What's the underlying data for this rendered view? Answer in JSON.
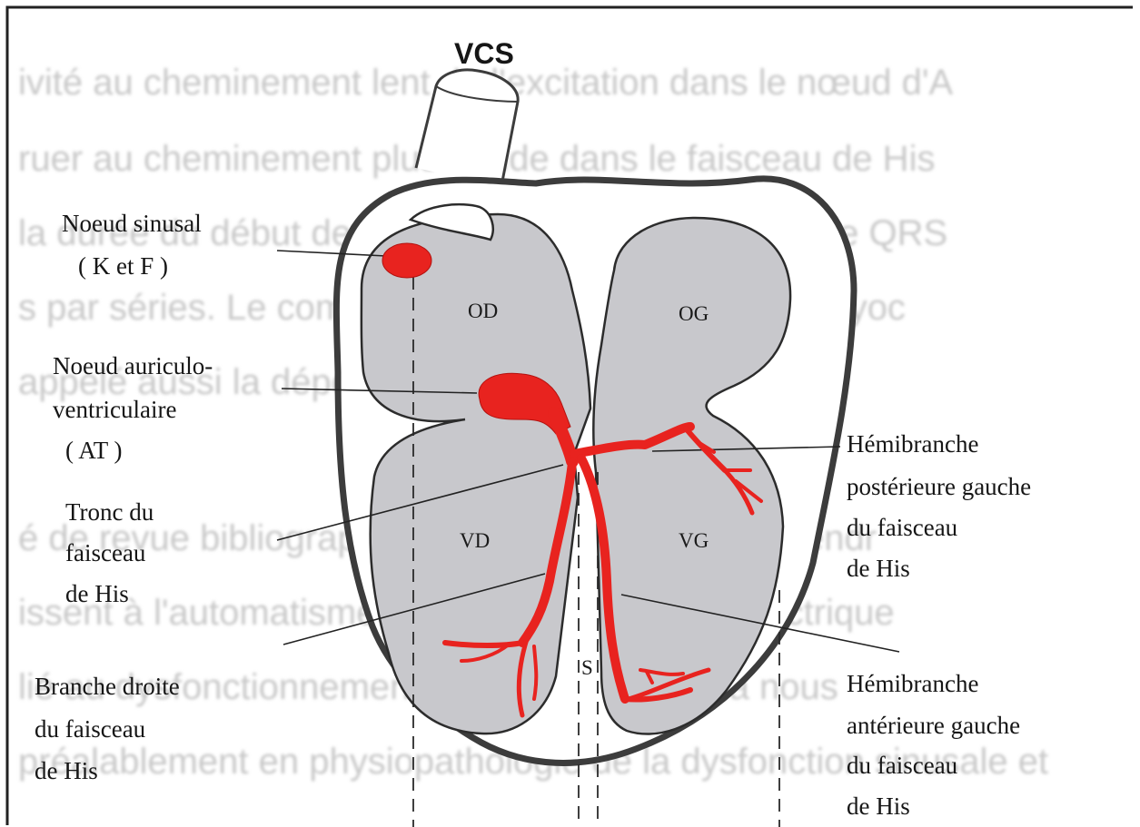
{
  "background_text": [
    "ivité au cheminement lent de l'excitation dans le nœud d'A",
    "ruer au cheminement plus rapide dans le faisceau de His",
    "la durée du début de l'onde P au début du complexe QRS",
    "s par séries. Le complexe QRS est l'excitation du myoc",
    "appelé aussi la dépolarisation ventriculaire.",
    "é de revue bibliographique nous avons pu comprendr",
    "issent à l'automatisme cardiaque et à l'influx électrique",
    "lié au dysfonctionnement du nœud. Pour cela nous",
    "préalablement en physiopathologie de la dysfonction sinusale et"
  ],
  "diagram": {
    "vessel_label": "VCS",
    "chambers": {
      "right_atrium": "OD",
      "left_atrium": "OG",
      "right_ventricle": "VD",
      "left_ventricle": "VG",
      "septum": "S"
    },
    "left_labels": {
      "sinus_node": [
        "Noeud sinusal",
        "( K et F )"
      ],
      "av_node": [
        "Noeud auriculo-",
        "ventriculaire",
        "( AT )"
      ],
      "his_trunk": [
        "Tronc du",
        "faisceau",
        "de His"
      ],
      "right_branch": [
        "Branche droite",
        "du faisceau",
        "de His"
      ]
    },
    "right_labels": {
      "left_posterior": [
        "Hémibranche",
        "postérieure gauche",
        "du faisceau",
        "de His"
      ],
      "left_anterior": [
        "Hémibranche",
        "antérieure gauche",
        "du faisceau",
        "de His"
      ]
    }
  },
  "colors": {
    "conduction": "#e8231f",
    "chamber_fill": "#c8c8cc",
    "wall": "#3c3c3c",
    "frame": "#222222"
  }
}
